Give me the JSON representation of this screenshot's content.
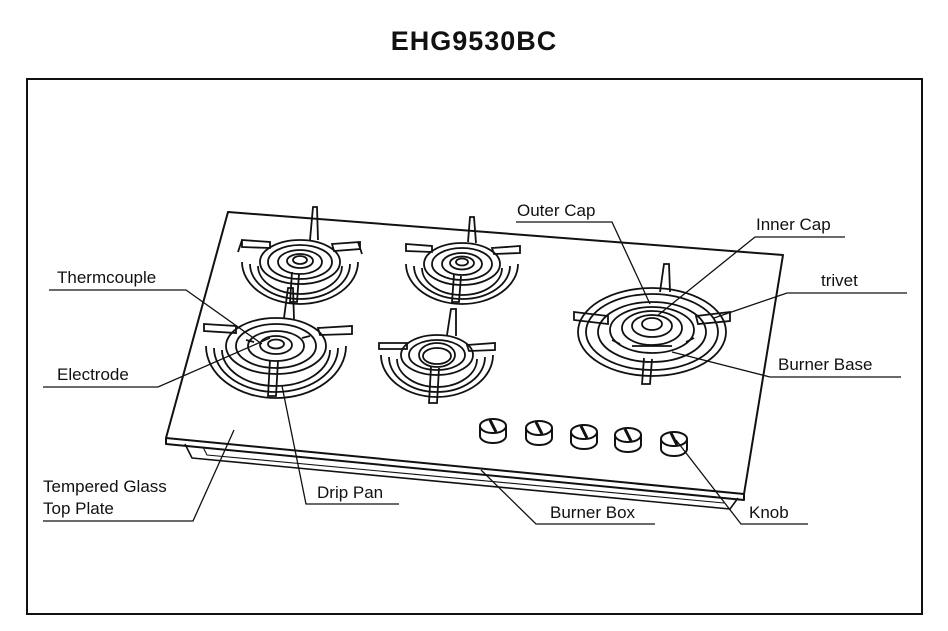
{
  "title": "EHG9530BC",
  "labels": {
    "outer_cap": "Outer Cap",
    "inner_cap": "Inner Cap",
    "thermocouple": "Thermcouple",
    "trivet": "trivet",
    "electrode": "Electrode",
    "burner_base": "Burner Base",
    "tempered_glass_line1": "Tempered Glass",
    "tempered_glass_line2": "Top Plate",
    "drip_pan": "Drip Pan",
    "burner_box": "Burner Box",
    "knob": "Knob"
  }
}
